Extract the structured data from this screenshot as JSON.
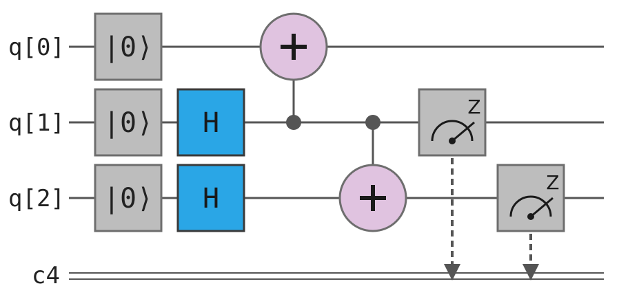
{
  "qubits": [
    "q[0]",
    "q[1]",
    "q[2]"
  ],
  "classical_register": "c4",
  "gates": {
    "init_label": "|0⟩",
    "hadamard_label": "H",
    "measure_basis": "Z"
  },
  "colors": {
    "wire": "#555555",
    "init_box": "#bdbdbd",
    "hadamard_box": "#2aa6e6",
    "cnot_target": "#e0c3e0",
    "measure_box": "#bdbdbd"
  }
}
